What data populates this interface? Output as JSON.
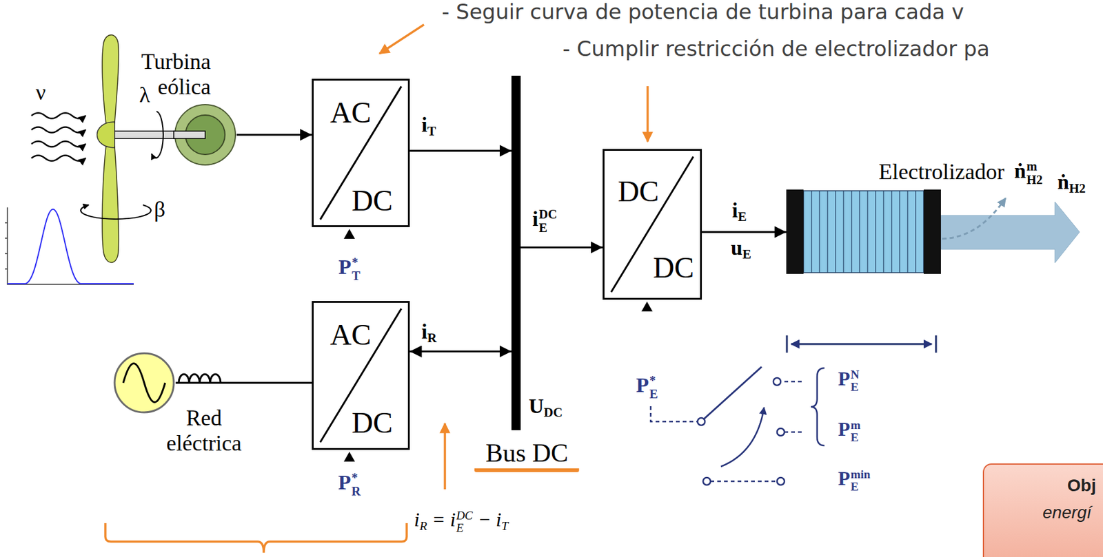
{
  "diagram": {
    "nodes": [
      {
        "text": [
          "Turbina eólica"
        ]
      },
      {
        "text": [
          "AC",
          "DC"
        ]
      },
      {
        "text": [
          "UDC",
          "Bus DC"
        ]
      },
      {
        "text": [
          "DC",
          "DC"
        ]
      },
      {
        "text": [
          "Electrolizador"
        ]
      },
      {
        "text": [
          "Red eléctrica"
        ]
      },
      {
        "text": [
          "AC",
          "DC"
        ]
      },
      {
        "text": [
          "Obj",
          "energí"
        ]
      }
    ],
    "edges": [
      {
        "from": 0,
        "to": 1,
        "arrow": "to"
      },
      {
        "from": 1,
        "to": 2,
        "arrow": "to",
        "label": "iT"
      },
      {
        "from": 5,
        "to": 6,
        "arrow": "none"
      },
      {
        "from": 6,
        "to": 2,
        "arrow": "both",
        "label": "iR"
      },
      {
        "from": 2,
        "to": 3,
        "arrow": "to",
        "label": "iEDC"
      },
      {
        "from": 3,
        "to": 4,
        "arrow": "to",
        "label": "iE"
      }
    ],
    "labels": [
      "- Seguir curva de potencia de turbina para cada v",
      "- Cumplir restricción de electrolizador pa",
      "ν",
      "λ",
      "β",
      "PT*",
      "PR*",
      "PE*",
      "PEN",
      "PEm",
      "PEmin",
      "uE",
      "ṅH2m",
      "ṅH2",
      "iR = iEDC − iT"
    ]
  }
}
